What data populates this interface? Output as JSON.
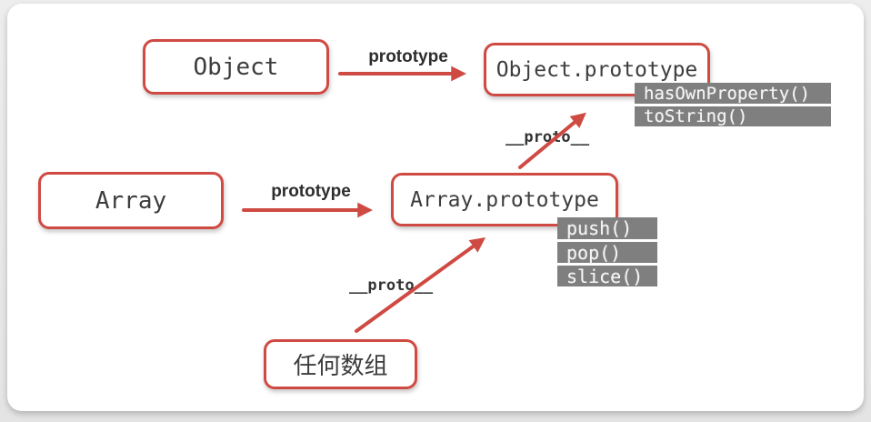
{
  "colors": {
    "accent_red": "#cf4a43",
    "chip_gray": "#7f7f7f",
    "node_text": "#3d3d3d",
    "card_bg": "#ffffff"
  },
  "nodes": {
    "object": {
      "label": "Object"
    },
    "object_prototype": {
      "label": "Object.prototype",
      "methods": [
        "hasOwnProperty()",
        "toString()"
      ]
    },
    "array": {
      "label": "Array"
    },
    "array_prototype": {
      "label": "Array.prototype",
      "methods": [
        "push()",
        "pop()",
        "slice()"
      ]
    },
    "any_array": {
      "label": "任何数组"
    }
  },
  "edges": {
    "object_to_object_prototype": {
      "label": "prototype"
    },
    "array_to_array_prototype": {
      "label": "prototype"
    },
    "array_prototype_to_object_prototype": {
      "label": "__proto__"
    },
    "any_array_to_array_prototype": {
      "label": "__proto__"
    }
  }
}
